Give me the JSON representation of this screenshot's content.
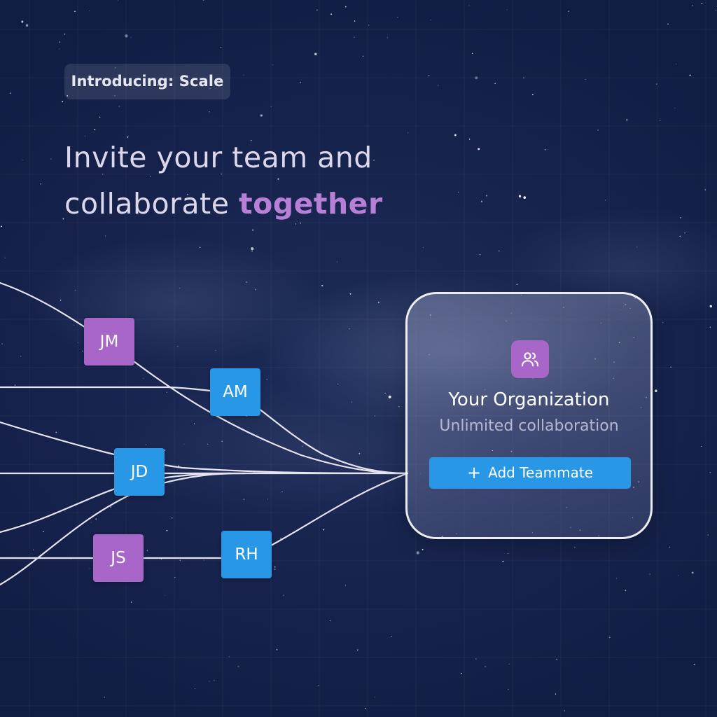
{
  "badge": {
    "label": "Introducing: Scale"
  },
  "headline": {
    "line1": "Invite your team and",
    "line2_prefix": "collaborate ",
    "line2_accent": "together"
  },
  "members": [
    {
      "initials": "JM",
      "color": "purple"
    },
    {
      "initials": "AM",
      "color": "blue"
    },
    {
      "initials": "JD",
      "color": "blue"
    },
    {
      "initials": "JS",
      "color": "purple"
    },
    {
      "initials": "RH",
      "color": "blue"
    }
  ],
  "organization": {
    "icon": "users-icon",
    "title": "Your Organization",
    "subtitle": "Unlimited collaboration",
    "button_icon": "plus-icon",
    "button_label": "Add Teammate"
  },
  "colors": {
    "background": "#15214a",
    "purple": "#a866c8",
    "blue": "#2797e6",
    "accent_text": "#b87fd6"
  }
}
